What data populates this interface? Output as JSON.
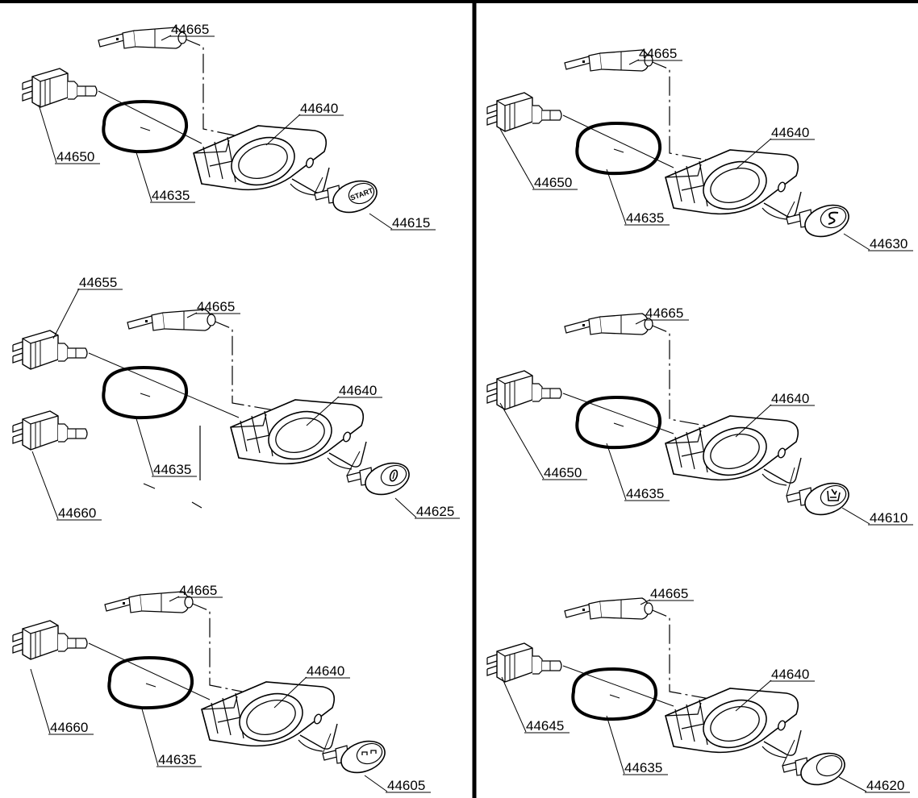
{
  "assemblies": [
    {
      "id": "left-1",
      "knob_glyph": "START",
      "labels": {
        "bulb": "44665",
        "bezel": "44640",
        "switch": "44650",
        "ring": "44635",
        "knob": "44615"
      }
    },
    {
      "id": "right-1",
      "knob_glyph": "S",
      "labels": {
        "bulb": "44665",
        "bezel": "44640",
        "switch": "44650",
        "ring": "44635",
        "knob": "44630"
      }
    },
    {
      "id": "left-2",
      "knob_glyph": "0",
      "labels": {
        "bulb": "44665",
        "bezel": "44640",
        "switch": "44655",
        "switch2": "44660",
        "ring": "44635",
        "knob": "44625"
      }
    },
    {
      "id": "right-2",
      "knob_glyph": "seat",
      "labels": {
        "bulb": "44665",
        "bezel": "44640",
        "switch": "44650",
        "ring": "44635",
        "knob": "44610"
      }
    },
    {
      "id": "left-3",
      "knob_glyph": "beam",
      "labels": {
        "bulb": "44665",
        "bezel": "44640",
        "switch": "44660",
        "ring": "44635",
        "knob": "44605"
      }
    },
    {
      "id": "right-3",
      "knob_glyph": "blank",
      "labels": {
        "bulb": "44665",
        "bezel": "44640",
        "switch": "44645",
        "ring": "44635",
        "knob": "44620"
      }
    }
  ]
}
